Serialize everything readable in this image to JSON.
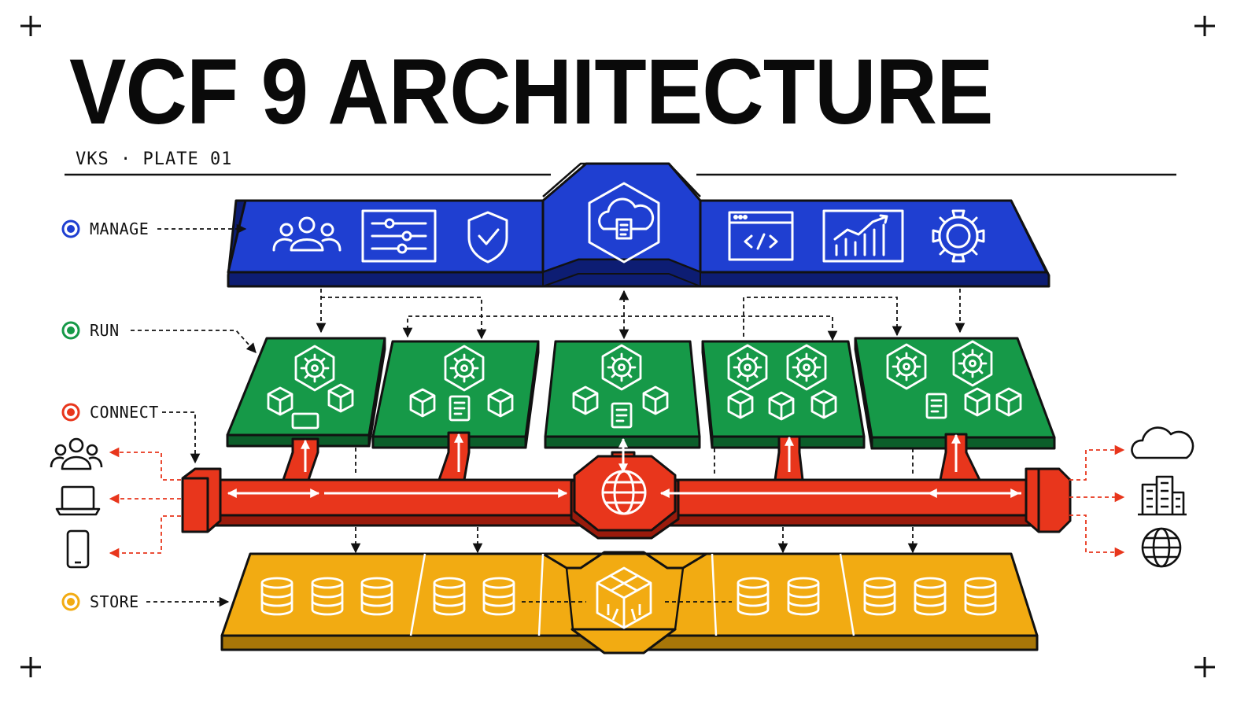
{
  "title": "VCF 9 ARCHITECTURE",
  "subtitle": "VKS · PLATE 01",
  "layers": [
    {
      "label": "MANAGE",
      "color": "#1f3fd1"
    },
    {
      "label": "RUN",
      "color": "#169948"
    },
    {
      "label": "CONNECT",
      "color": "#e8361c"
    },
    {
      "label": "STORE",
      "color": "#f2ab12"
    }
  ],
  "icons": {
    "manage": [
      "users-icon",
      "sliders-icon",
      "shield-check-icon",
      "cloud-hub-icon",
      "code-window-icon",
      "chart-icon",
      "gear-icon"
    ],
    "run": [
      "kubernetes-icon",
      "cube-icon",
      "pod-icon"
    ],
    "connect": [
      "globe-hub-icon",
      "arrow-icon"
    ],
    "store": [
      "database-icon",
      "storage-cube-icon"
    ],
    "external_left": [
      "users-icon",
      "laptop-icon",
      "phone-icon"
    ],
    "external_right": [
      "cloud-icon",
      "building-icon",
      "globe-icon"
    ]
  }
}
